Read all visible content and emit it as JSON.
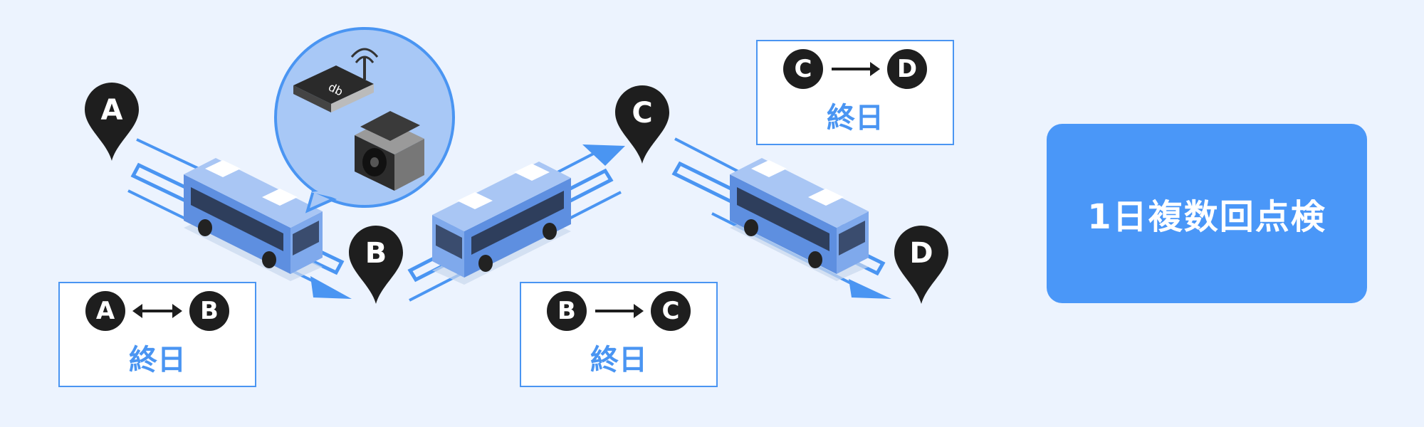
{
  "pins": {
    "a": "A",
    "b": "B",
    "c": "C",
    "d": "D"
  },
  "boxes": [
    {
      "from": "A",
      "to": "B",
      "arrow": "bidirectional",
      "duration": "終日"
    },
    {
      "from": "B",
      "to": "C",
      "arrow": "forward",
      "duration": "終日"
    },
    {
      "from": "C",
      "to": "D",
      "arrow": "forward",
      "duration": "終日"
    }
  ],
  "summary": "1日複数回点検",
  "colors": {
    "background": "#ECF3FE",
    "accent": "#4A95F2",
    "summary_bg": "#4A97F8",
    "pin": "#1E1E1E",
    "bus": "#6A9BE8"
  },
  "icons": [
    "location-pin-icon",
    "bus-icon",
    "router-icon",
    "camera-icon",
    "double-arrow-icon",
    "right-arrow-icon"
  ]
}
